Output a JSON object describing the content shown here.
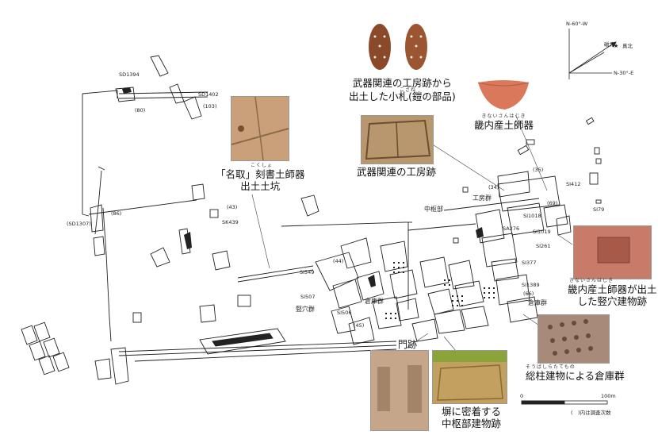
{
  "labels": {
    "sd1394": "SD1394",
    "sd1402": "SD1402",
    "n80": "(80)",
    "n103": "(103)",
    "sd1307": "(SD1307)",
    "n86": "(86)",
    "n43": "(43)",
    "sk439": "SK439",
    "chusubu": "中枢部",
    "kobo_gun": "工房群",
    "si412": "SI412",
    "n35": "(35)",
    "n34": "(34)",
    "n69": "(69)",
    "si1018": "SI1018",
    "sa276": "SA276",
    "si1019": "SI1019",
    "si261": "SI261",
    "si377": "SI377",
    "si79": "SI79",
    "si1389": "SI1389",
    "n66": "(66)",
    "soko_gun_r": "倉庫群",
    "si549": "SI549",
    "n44": "(44)",
    "si507": "SI507",
    "tateana_gun": "竪穴群",
    "si506": "SI506",
    "soko_gun_c": "倉庫群",
    "n45": "(45)",
    "mon": "門跡"
  },
  "captions": {
    "kozane_1": "武器関連の工房跡から",
    "kozane_2": "出土した小札(鎧の部品)",
    "kozane_ruby": "こざね",
    "kinai": "畿内産土師器",
    "kinai_ruby": "きないさんはじき",
    "natori_1": "「名取」刻書土師器",
    "natori_2": "出土土坑",
    "natori_ruby": "こくしょ",
    "buki_kobo": "武器関連の工房跡",
    "kinai_tateana_1": "畿内産土師器が出土",
    "kinai_tateana_2": "した竪穴建物跡",
    "kinai_tateana_ruby": "きないさんはじき",
    "soubashira_ruby": "そうばしらたてもの",
    "soubashira": "総柱建物による倉庫群",
    "hei_1": "塀に密着する",
    "hei_2": "中枢部建物跡"
  },
  "compass": {
    "top": "N-60°-W",
    "magnetic": "磁北",
    "true_north": "真北",
    "right": "N-30°-E"
  },
  "scale": {
    "zero": "0",
    "hundred": "100m",
    "note": "(　)内は調査次数"
  },
  "colors": {
    "line": "#222222",
    "photo_soil": "#c9a07a",
    "pottery": "#d9785a",
    "dig_photo": "#c77b68",
    "grass": "#8aa43a"
  }
}
